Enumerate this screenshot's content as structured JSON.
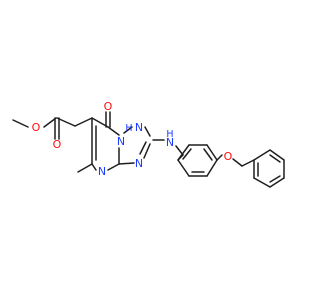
{
  "colors": {
    "background": "#ffffff",
    "bond": "#1e1e1e",
    "oxygen": "#ff0d0d",
    "nitrogen": "#1d3cff"
  },
  "atoms": {
    "o_carbonyl_ketone": "O",
    "o_ester_carbonyl": "O",
    "o_ester_ether": "O",
    "n_ring_bridge": "N",
    "n_nh": "N",
    "h_nh": "H",
    "n_ring_triazole": "N",
    "n_pyrimidine": "N",
    "n_amine": "N",
    "h_amine": "H",
    "o_ether_benzyl": "O"
  }
}
